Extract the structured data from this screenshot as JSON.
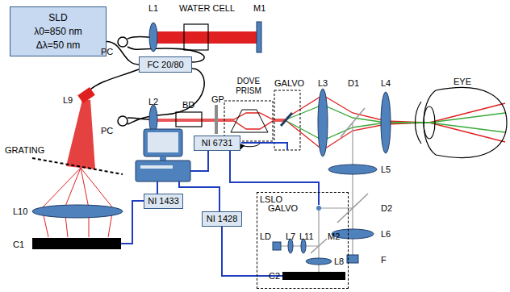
{
  "diagram": {
    "nodes": [
      {
        "text": [
          "SLD",
          "λ0=850 nm",
          "Δλ=50 nm"
        ]
      },
      {
        "text": [
          "FC 20/80"
        ]
      },
      {
        "text": [
          "NI 6731"
        ]
      },
      {
        "text": [
          "NI 1433"
        ]
      },
      {
        "text": [
          "NI 1428"
        ]
      },
      {
        "text": [
          "LSLO"
        ]
      }
    ],
    "edges": [
      {
        "from": 0,
        "to": 1,
        "arrow": "none"
      }
    ],
    "labels": [
      "L1",
      "WATER CELL",
      "M1",
      "PC",
      "PC",
      "L2",
      "BD",
      "GP",
      "DOVE PRISM",
      "GALVO",
      "L3",
      "D1",
      "L4",
      "EYE",
      "L9",
      "GRATING",
      "L10",
      "C1",
      "L5",
      "D2",
      "L6",
      "F",
      "GALVO",
      "LD",
      "L7",
      "L11",
      "M2",
      "L8",
      "C2"
    ]
  }
}
